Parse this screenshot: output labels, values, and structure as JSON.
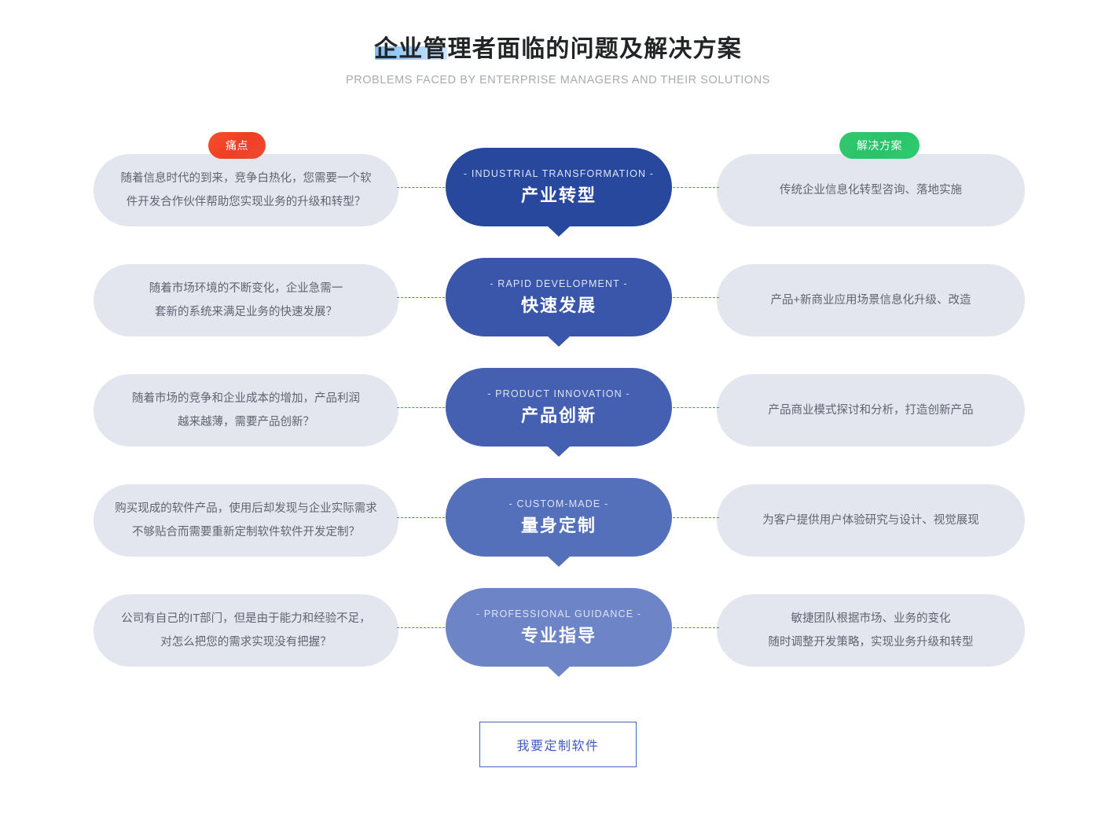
{
  "header": {
    "title": "企业管理者面临的问题及解决方案",
    "subtitle": "PROBLEMS FACED BY ENTERPRISE MANAGERS AND THEIR SOLUTIONS",
    "highlight_color": "#9ccdf4"
  },
  "badges": {
    "pain": {
      "label": "痛点",
      "color": "#ef3f24"
    },
    "solution": {
      "label": "解决方案",
      "color": "#2fc96f"
    }
  },
  "rows": [
    {
      "pain_lines": [
        "随着信息时代的到来，竞争白热化，您需要一个软",
        "件开发合作伙伴帮助您实现业务的升级和转型？"
      ],
      "center_en": "- INDUSTRIAL TRANSFORMATION -",
      "center_cn": "产业转型",
      "center_color": "#27489d",
      "solution_lines": [
        "传统企业信息化转型咨询、落地实施"
      ]
    },
    {
      "pain_lines": [
        "随着市场环境的不断变化，企业急需一",
        "套新的系统来满足业务的快速发展？"
      ],
      "center_en": "- RAPID DEVELOPMENT -",
      "center_cn": "快速发展",
      "center_color": "#3a56ab",
      "solution_lines": [
        "产品+新商业应用场景信息化升级、改造"
      ]
    },
    {
      "pain_lines": [
        "随着市场的竞争和企业成本的增加，产品利润",
        "越来越薄，需要产品创新？"
      ],
      "center_en": "- PRODUCT INNOVATION -",
      "center_cn": "产品创新",
      "center_color": "#4560b0",
      "solution_lines": [
        "产品商业模式探讨和分析，打造创新产品"
      ]
    },
    {
      "pain_lines": [
        "购买现成的软件产品，使用后却发现与企业实际需求",
        "不够贴合而需要重新定制软件软件开发定制？"
      ],
      "center_en": "- CUSTOM-MADE -",
      "center_cn": "量身定制",
      "center_color": "#5470ba",
      "solution_lines": [
        "为客户提供用户体验研究与设计、视觉展现"
      ]
    },
    {
      "pain_lines": [
        "公司有自己的IT部门，但是由于能力和经验不足，",
        "对怎么把您的需求实现没有把握？"
      ],
      "center_en": "- PROFESSIONAL GUIDANCE -",
      "center_cn": "专业指导",
      "center_color": "#6d84c6",
      "solution_lines": [
        "敏捷团队根据市场、业务的变化",
        "随时调整开发策略，实现业务升级和转型"
      ]
    }
  ],
  "cta": {
    "label": "我要定制软件",
    "color": "#3f5ac0"
  }
}
